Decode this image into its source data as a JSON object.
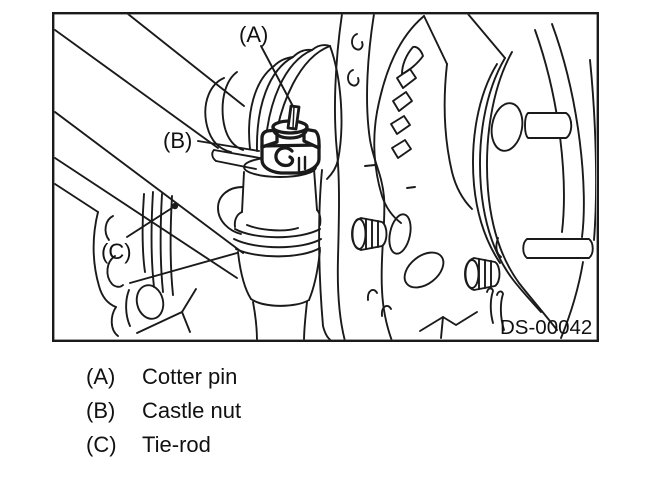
{
  "colors": {
    "line": "#1a1a1a",
    "background": "#ffffff"
  },
  "figure": {
    "code": "DS-00042",
    "callouts": {
      "a": "(A)",
      "b": "(B)",
      "c": "(C)"
    }
  },
  "legend": {
    "items": [
      {
        "key": "(A)",
        "label": "Cotter pin"
      },
      {
        "key": "(B)",
        "label": "Castle nut"
      },
      {
        "key": "(C)",
        "label": "Tie-rod"
      }
    ]
  }
}
